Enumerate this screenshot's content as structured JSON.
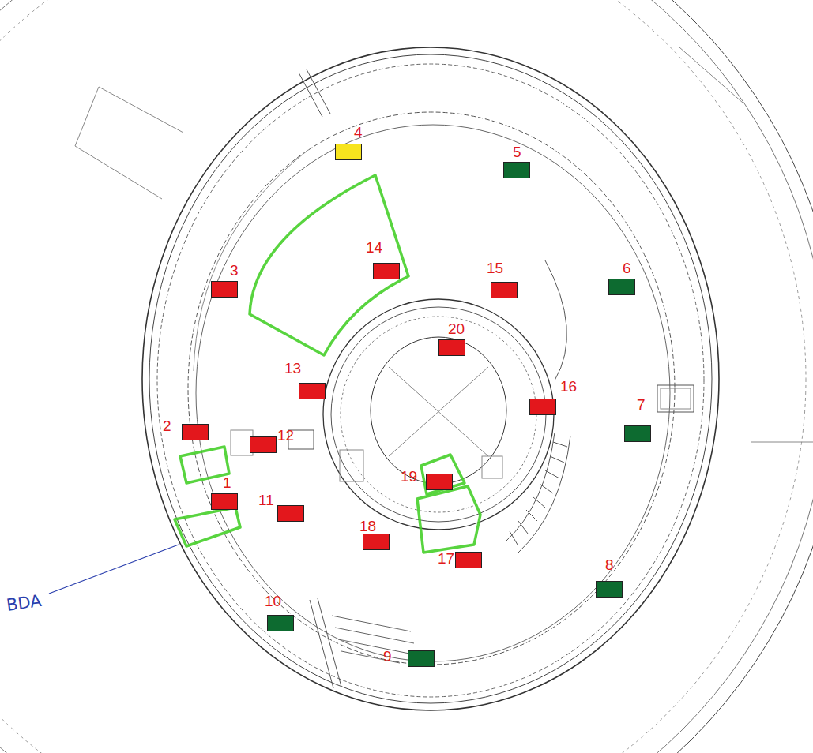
{
  "diagram": {
    "nodes": [
      {
        "text": [
          "1"
        ]
      },
      {
        "text": [
          "2"
        ]
      },
      {
        "text": [
          "3"
        ]
      },
      {
        "text": [
          "4"
        ]
      },
      {
        "text": [
          "5"
        ]
      },
      {
        "text": [
          "6"
        ]
      },
      {
        "text": [
          "7"
        ]
      },
      {
        "text": [
          "8"
        ]
      },
      {
        "text": [
          "9"
        ]
      },
      {
        "text": [
          "10"
        ]
      },
      {
        "text": [
          "11"
        ]
      },
      {
        "text": [
          "12"
        ]
      },
      {
        "text": [
          "13"
        ]
      },
      {
        "text": [
          "14"
        ]
      },
      {
        "text": [
          "15"
        ]
      },
      {
        "text": [
          "16"
        ]
      },
      {
        "text": [
          "17"
        ]
      },
      {
        "text": [
          "18"
        ]
      },
      {
        "text": [
          "19"
        ]
      },
      {
        "text": [
          "20"
        ]
      }
    ],
    "labels": [
      "BDA"
    ]
  }
}
